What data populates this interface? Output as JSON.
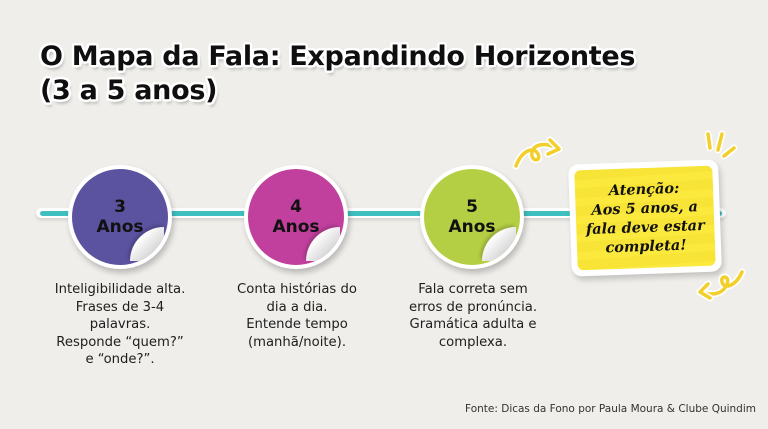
{
  "title": {
    "line1": "O Mapa da Fala: Expandindo Horizontes",
    "line2": "(3 a 5 anos)"
  },
  "stages": [
    {
      "number": "3",
      "unit": "Anos",
      "color": "#5b53a0",
      "description": [
        "Inteligibilidade alta.",
        "Frases de 3-4",
        "palavras.",
        "Responde “quem?”",
        "e “onde?”."
      ]
    },
    {
      "number": "4",
      "unit": "Anos",
      "color": "#c2409d",
      "description": [
        "Conta histórias do",
        "dia a dia.",
        "Entende tempo",
        "(manhã/noite)."
      ]
    },
    {
      "number": "5",
      "unit": "Anos",
      "color": "#b5cf45",
      "description": [
        "Fala correta sem",
        "erros de pronúncia.",
        "Gramática adulta e",
        "complexa."
      ]
    }
  ],
  "callout": {
    "lines": [
      "Atenção:",
      "Aos 5 anos, a",
      "fala deve estar",
      "completa!"
    ],
    "color": "#f7e436"
  },
  "timeline": {
    "color": "#3fbfbf"
  },
  "source": "Fonte: Dicas da Fono por Paula Moura & Clube Quindim",
  "icons": [
    "curly-arrow-icon",
    "emphasis-lines-icon",
    "curly-arrow-return-icon"
  ]
}
